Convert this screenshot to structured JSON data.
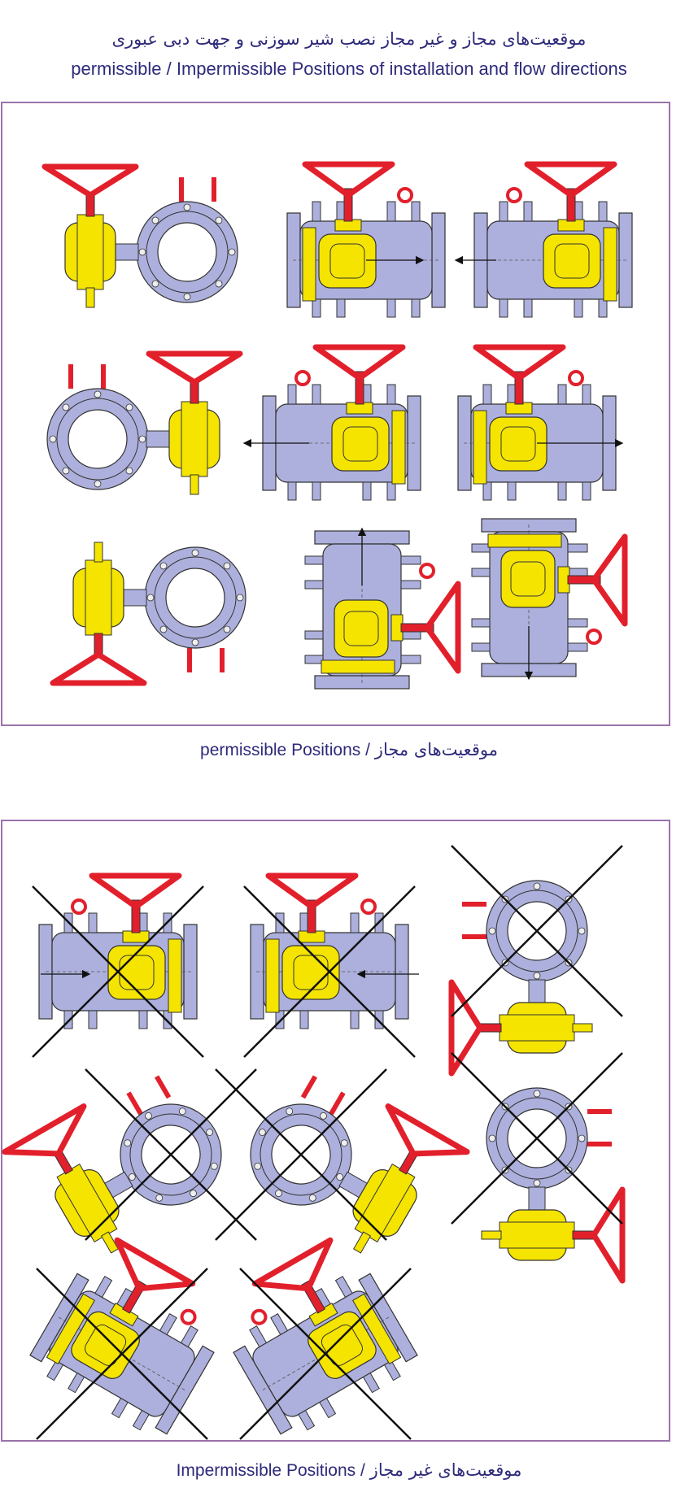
{
  "header": {
    "title_fa": "موقعیت‌های مجاز و غیر مجاز نصب شیر سوزنی و جهت دبی عبوری",
    "title_en": "permissible / Impermissible Positions of installation and flow directions"
  },
  "permissible": {
    "caption_en": "permissible Positions /",
    "caption_fa": "موقعیت‌های مجاز",
    "count": 9
  },
  "impermissible": {
    "caption_en": "Impermissible Positions /",
    "caption_fa": "موقعیت‌های غیر مجاز",
    "count": 8
  },
  "colors": {
    "text": "#2e2a7a",
    "border": "#9b72ab",
    "body": "#adb0dc",
    "actuator": "#f4e400",
    "handwheel": "#e2202c"
  }
}
